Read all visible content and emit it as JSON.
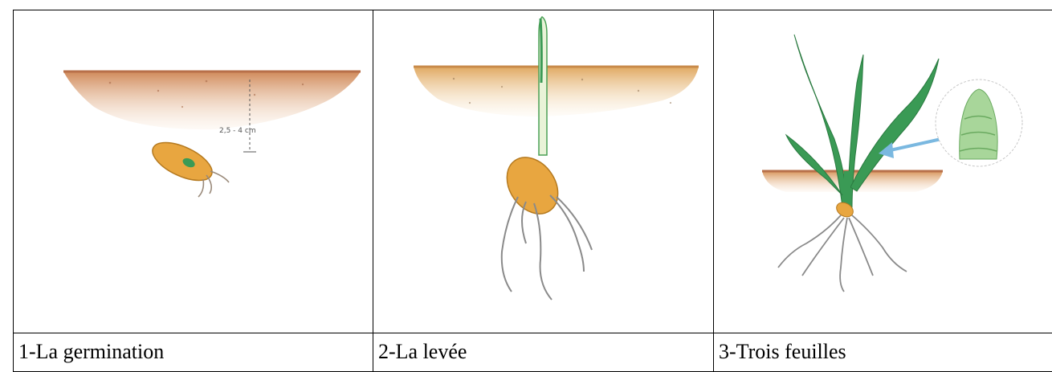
{
  "stages": [
    {
      "caption": "1-La germination",
      "illustration": "seed-germinating-below-soil"
    },
    {
      "caption": "2-La levée",
      "illustration": "seedling-emerging-above-soil"
    },
    {
      "caption": "3-Trois feuilles",
      "illustration": "plant-with-three-leaves"
    }
  ],
  "colors": {
    "soil_top": "#d9946a",
    "soil_bottom": "#f3d6b8",
    "seed": "#e8a640",
    "leaf": "#3a9a55",
    "root": "#8a8a8a",
    "arrow": "#7ab8e0"
  }
}
